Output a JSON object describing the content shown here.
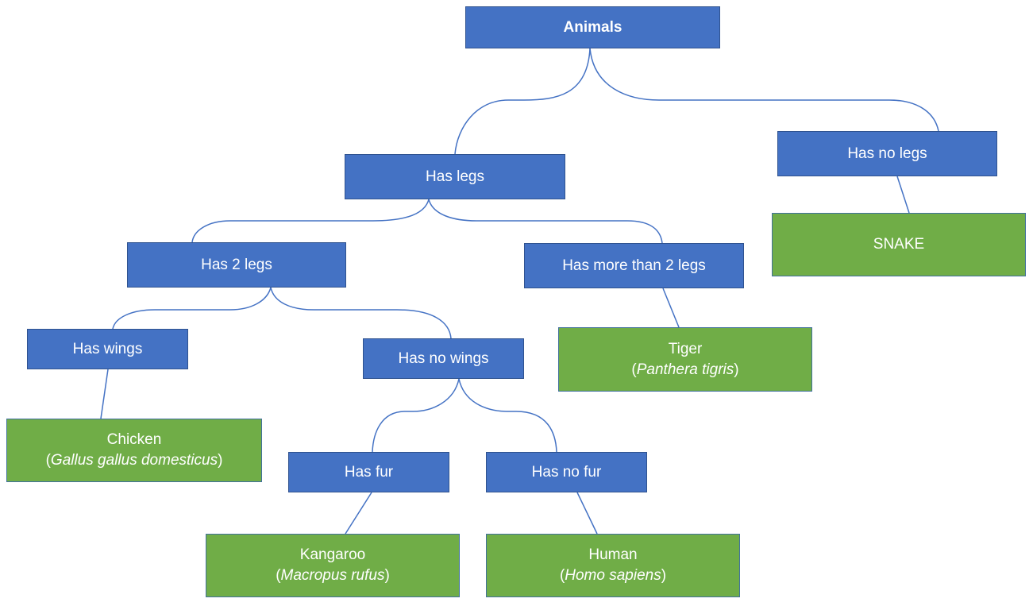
{
  "diagram": {
    "title": "Animals",
    "colors": {
      "question": "#4472C4",
      "answer": "#70AD47",
      "connector": "#4472C4"
    },
    "nodes": {
      "animals": {
        "label": "Animals",
        "type": "question"
      },
      "has_legs": {
        "label": "Has legs",
        "type": "question"
      },
      "has_no_legs": {
        "label": "Has no legs",
        "type": "question"
      },
      "snake": {
        "label": "SNAKE",
        "type": "answer"
      },
      "has_2_legs": {
        "label": "Has 2 legs",
        "type": "question"
      },
      "has_more_than_2_legs": {
        "label": "Has more than 2 legs",
        "type": "question"
      },
      "tiger": {
        "label": "Tiger",
        "scientific": "Panthera tigris",
        "type": "answer"
      },
      "has_wings": {
        "label": "Has wings",
        "type": "question"
      },
      "has_no_wings": {
        "label": "Has no wings",
        "type": "question"
      },
      "chicken": {
        "label": "Chicken",
        "scientific": "Gallus gallus domesticus",
        "type": "answer"
      },
      "has_fur": {
        "label": "Has fur",
        "type": "question"
      },
      "has_no_fur": {
        "label": "Has no fur",
        "type": "question"
      },
      "kangaroo": {
        "label": "Kangaroo",
        "scientific": "Macropus rufus",
        "type": "answer"
      },
      "human": {
        "label": "Human",
        "scientific": "Homo sapiens",
        "type": "answer"
      }
    },
    "edges": [
      [
        "animals",
        "has_legs"
      ],
      [
        "animals",
        "has_no_legs"
      ],
      [
        "has_no_legs",
        "snake"
      ],
      [
        "has_legs",
        "has_2_legs"
      ],
      [
        "has_legs",
        "has_more_than_2_legs"
      ],
      [
        "has_more_than_2_legs",
        "tiger"
      ],
      [
        "has_2_legs",
        "has_wings"
      ],
      [
        "has_2_legs",
        "has_no_wings"
      ],
      [
        "has_wings",
        "chicken"
      ],
      [
        "has_no_wings",
        "has_fur"
      ],
      [
        "has_no_wings",
        "has_no_fur"
      ],
      [
        "has_fur",
        "kangaroo"
      ],
      [
        "has_no_fur",
        "human"
      ]
    ],
    "paren_open": "(",
    "paren_close": ")"
  }
}
